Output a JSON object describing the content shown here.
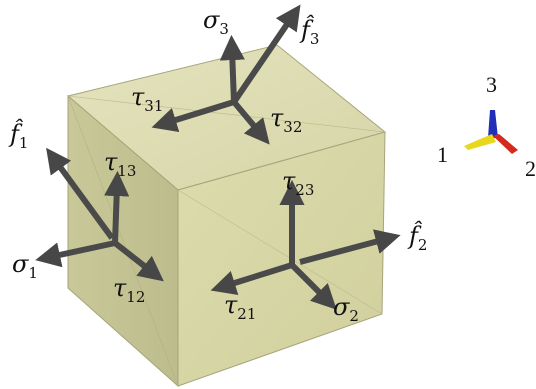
{
  "labels": {
    "sigma1": "σ",
    "sigma1_sub": "1",
    "sigma2": "σ",
    "sigma2_sub": "2",
    "sigma3": "σ",
    "sigma3_sub": "3",
    "tau12": "τ",
    "tau12_sub": "12",
    "tau13": "τ",
    "tau13_sub": "13",
    "tau21": "τ",
    "tau21_sub": "21",
    "tau23": "τ",
    "tau23_sub": "23",
    "tau31": "τ",
    "tau31_sub": "31",
    "tau32": "τ",
    "tau32_sub": "32",
    "f1": "f̂",
    "f1_sub": "1",
    "f2": "f̂",
    "f2_sub": "2",
    "f3": "f̂",
    "f3_sub": "3"
  },
  "triad": {
    "axis1": "1",
    "axis2": "2",
    "axis3": "3",
    "colors": {
      "axis1": "#e8d81a",
      "axis2": "#d52a1e",
      "axis3": "#1f2fb8"
    }
  },
  "colors": {
    "cube_top": "#dcdcb0",
    "cube_front": "#d8d7a4",
    "cube_side": "#c5c494",
    "cube_edge": "#a8a77a",
    "arrow": "#4b4b4b"
  }
}
